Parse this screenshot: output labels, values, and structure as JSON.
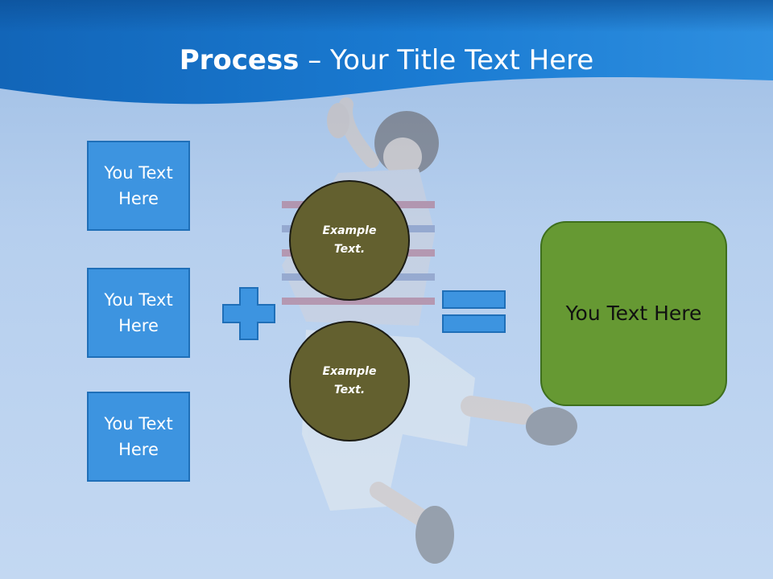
{
  "slide": {
    "title_bold": "Process",
    "title_rest": " – Your Title Text Here",
    "input_boxes": [
      {
        "label": "You Text Here"
      },
      {
        "label": "You Text Here"
      },
      {
        "label": "You Text Here"
      }
    ],
    "circles": [
      {
        "label": "Example Text."
      },
      {
        "label": "Example Text."
      }
    ],
    "result_box": {
      "label": "You Text Here"
    },
    "operators": {
      "plus_icon": "plus-icon",
      "equals_icon": "equals-icon"
    }
  },
  "colors": {
    "header_blue": "#1b78cc",
    "box_blue": "#3d94e0",
    "circle_olive": "#63602f",
    "result_green": "#669933",
    "sky": "#b6cfee"
  }
}
